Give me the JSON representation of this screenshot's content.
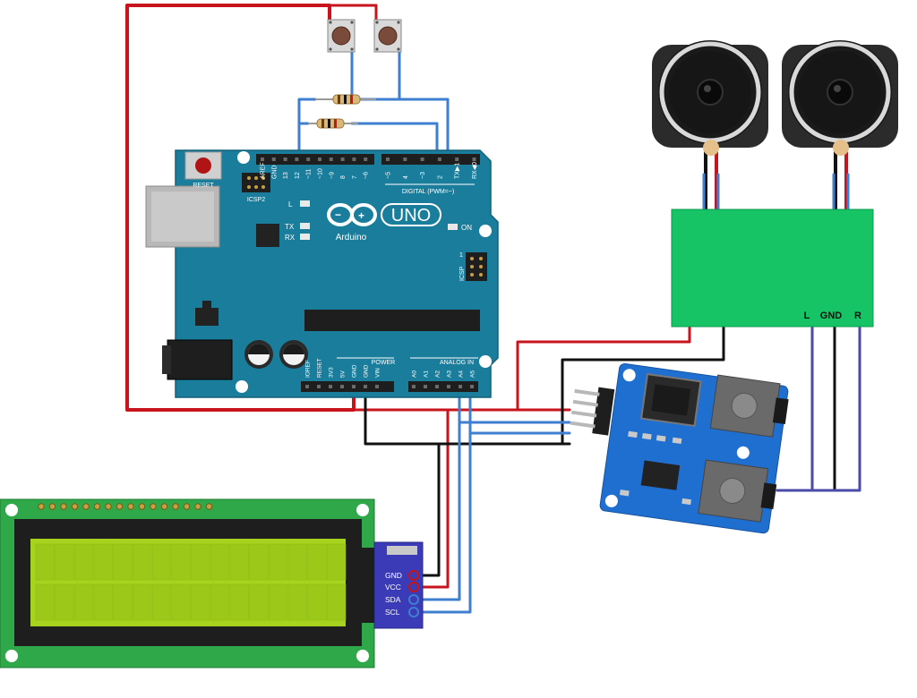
{
  "arduino": {
    "reset": "RESET",
    "icsp2": "ICSP2",
    "icsp": "ICSP",
    "led_l": "L",
    "led_tx": "TX",
    "led_rx": "RX",
    "led_on": "ON",
    "brand": "Arduino",
    "model": "UNO",
    "digital": "DIGITAL (PWM=~)",
    "power": "POWER",
    "analog": "ANALOG IN",
    "icsp_pin1": "1",
    "digital_pins": [
      "AREF",
      "GND",
      "13",
      "12",
      "~11",
      "~10",
      "~9",
      "8",
      "7",
      "~6",
      "~5",
      "4",
      "~3",
      "2",
      "TX▶1",
      "RX◀0"
    ],
    "power_pins": [
      "IOREF",
      "RESET",
      "3V3",
      "5V",
      "GND",
      "GND",
      "VIN"
    ],
    "analog_pins": [
      "A0",
      "A1",
      "A2",
      "A3",
      "A4",
      "A5"
    ]
  },
  "amplifier": {
    "pin_l": "L",
    "pin_gnd": "GND",
    "pin_r": "R"
  },
  "i2c_backpack": {
    "pins": [
      "GND",
      "VCC",
      "SDA",
      "SCL"
    ]
  },
  "colors": {
    "board_blue": "#1a7d9c",
    "wire_red": "#c8141c",
    "wire_black": "#111111",
    "wire_blue": "#3f7fd0",
    "amp_green": "#16c466",
    "lcd_screen": "#a7d21e"
  }
}
